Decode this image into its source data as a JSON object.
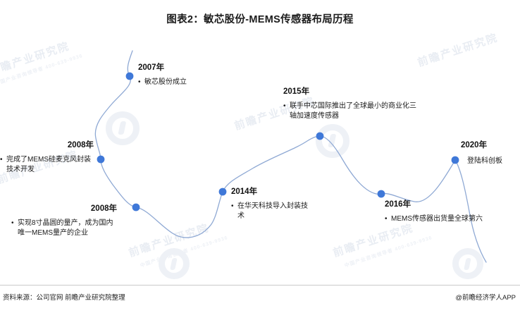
{
  "title": "图表2：敏芯股份-MEMS传感器布局历程",
  "accent_color": "#4a7fd4",
  "dot_color": "#3f78d8",
  "line_color": "#8fa9d4",
  "watermark": {
    "brand": "前瞻产业研究院",
    "sub": "中国产业咨询领导者 400-639-9936"
  },
  "footer": {
    "source": "资料来源：公司官网 前瞻产业研究院整理",
    "app": "@前瞻经济学人APP"
  },
  "chart_data": {
    "type": "line",
    "title": "图表2：敏芯股份-MEMS传感器布局历程",
    "xlabel": "",
    "ylabel": "",
    "grid": false,
    "legend": "none",
    "categories": [
      "2007年",
      "2008年",
      "2008年",
      "2014年",
      "2015年",
      "2016年",
      "2020年"
    ],
    "annotations": [
      "敏芯股份成立",
      "完成了MEMS硅麦克风封装技术开发",
      "实现8寸晶圆的量产，成为国内唯一MEMS量产的企业",
      "在华天科技导入封装技术",
      "联手中芯国际推出了全球最小的商业化三轴加速度传感器",
      "MEMS传感器出货量全球第六",
      "登陆科创板"
    ]
  },
  "milestones": [
    {
      "year": "2007年",
      "bullet": "•",
      "text": "敏芯股份成立"
    },
    {
      "year": "2008年",
      "bullet": "•",
      "text": "完成了MEMS硅麦克风封装技术开发"
    },
    {
      "year": "2008年",
      "bullet": "•",
      "text": "实现8寸晶圆的量产，成为国内唯一MEMS量产的企业"
    },
    {
      "year": "2014年",
      "bullet": "•",
      "text": "在华天科技导入封装技术"
    },
    {
      "year": "2015年",
      "bullet": "•",
      "text": "联手中芯国际推出了全球最小的商业化三轴加速度传感器"
    },
    {
      "year": "2016年",
      "bullet": "•",
      "text": "MEMS传感器出货量全球第六"
    },
    {
      "year": "2020年",
      "bullet": "",
      "text": "登陆科创板"
    }
  ]
}
